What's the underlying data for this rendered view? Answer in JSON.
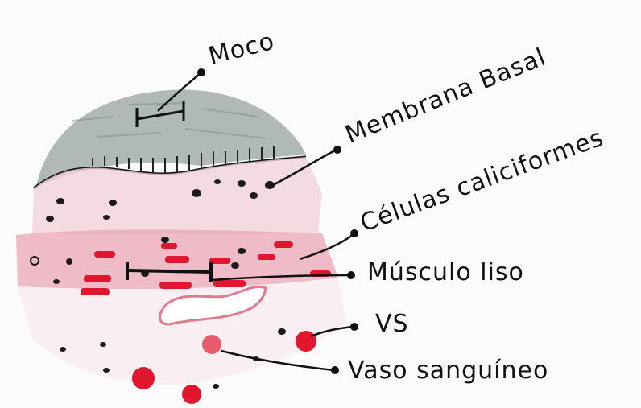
{
  "labels": {
    "moco": "Moco",
    "membrana_basal": "Membrana Basal",
    "celulas_caliciformes": "Células caliciformes",
    "musculo_liso": "Músculo liso",
    "vs": "VS",
    "vaso_sanguineo": "Vaso sanguíneo"
  },
  "colors": {
    "mucus": "#9aa69e",
    "epithelium_pink": "#f2c9d3",
    "muscle_pink": "#e9a6b6",
    "red": "#e0172e",
    "ink": "#111111"
  }
}
